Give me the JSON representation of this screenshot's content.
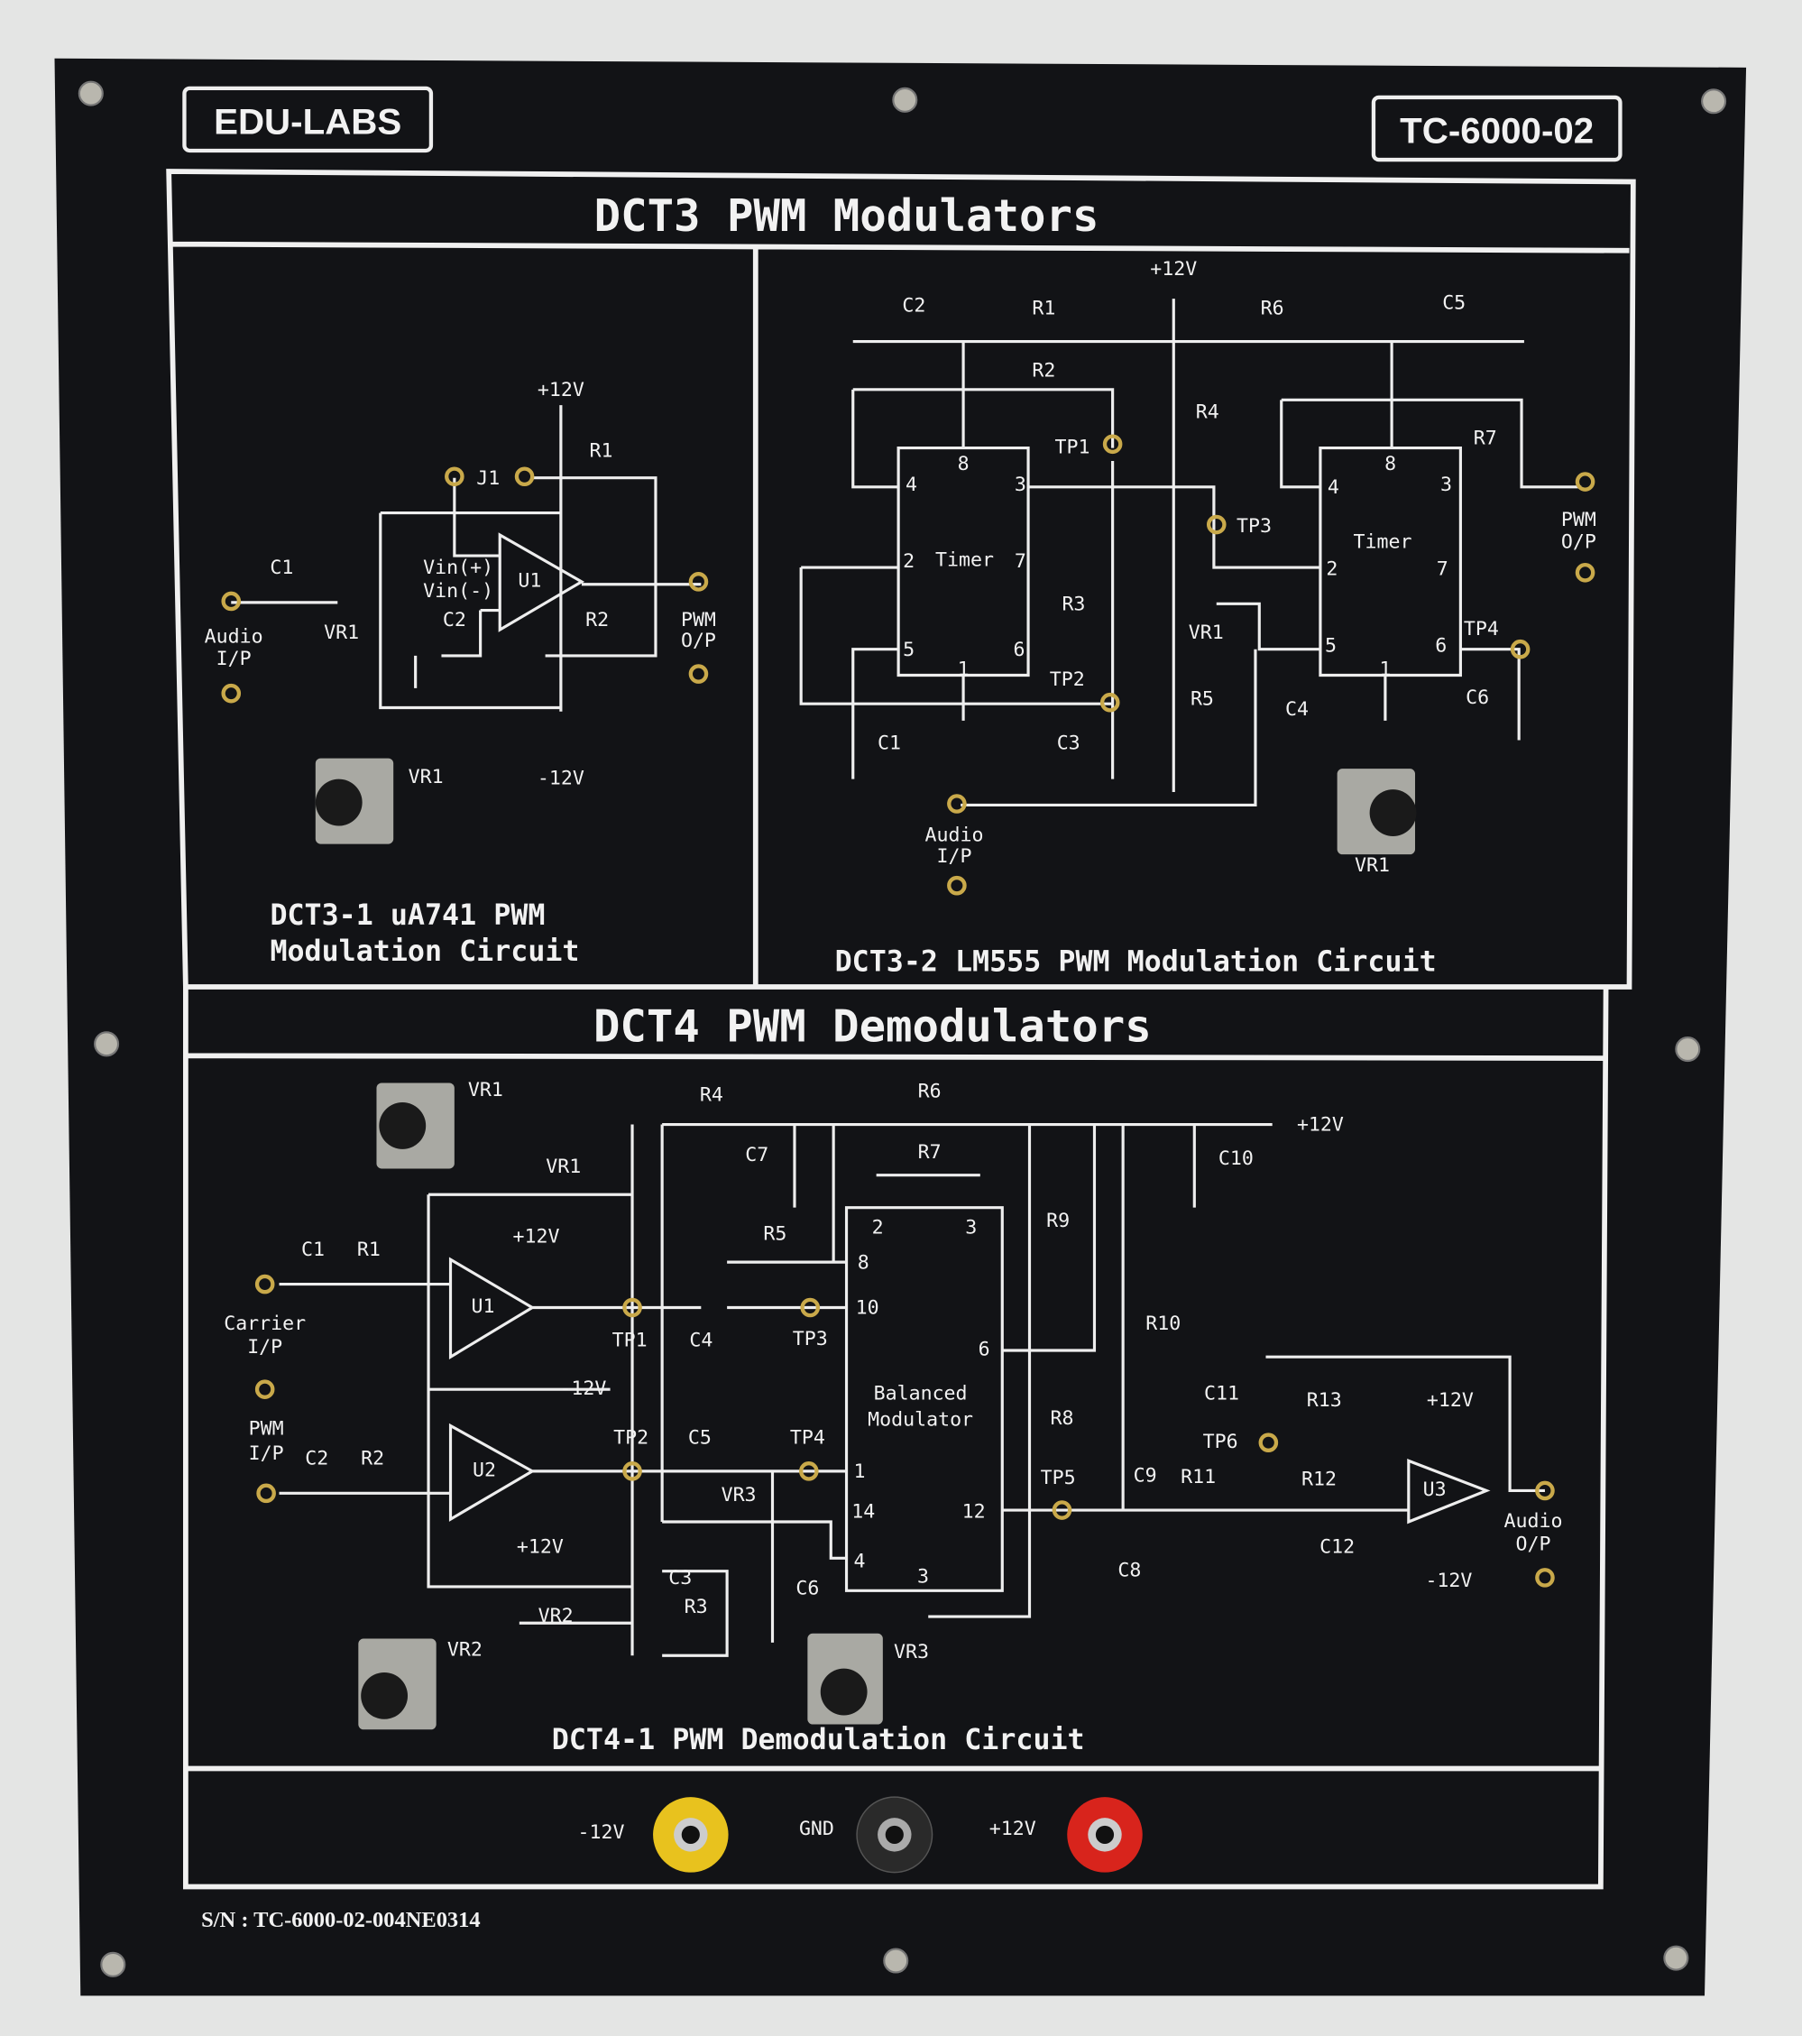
{
  "header": {
    "brand": "EDU-LABS",
    "model": "TC-6000-02"
  },
  "dct3": {
    "title": "DCT3 PWM Modulators",
    "c1": {
      "line1": "DCT3-1 uA741 PWM",
      "line2": "Modulation Circuit",
      "labels": [
        "+12V",
        "R1",
        "J1",
        "C1",
        "Vin(+)",
        "Vin(-)",
        "U1",
        "C2",
        "R2",
        "Audio",
        "I/P",
        "VR1",
        "PWM",
        "O/P",
        "-12V",
        "VR1"
      ]
    },
    "c2": {
      "title": "DCT3-2 LM555 PWM Modulation Circuit",
      "labels": [
        "+12V",
        "C2",
        "R1",
        "R6",
        "C5",
        "R2",
        "R4",
        "TP1",
        "R7",
        "8",
        "4",
        "3",
        "8",
        "4",
        "3",
        "TP3",
        "PWM",
        "O/P",
        "Timer",
        "2",
        "7",
        "Timer",
        "2",
        "7",
        "R3",
        "VR1",
        "TP4",
        "5",
        "6",
        "5",
        "6",
        "1",
        "1",
        "TP2",
        "C6",
        "R5",
        "C4",
        "C1",
        "C3",
        "Audio",
        "I/P",
        "VR1"
      ]
    }
  },
  "dct4": {
    "title": "DCT4 PWM Demodulators",
    "sub": "DCT4-1 PWM Demodulation Circuit",
    "labels": [
      "VR1",
      "R4",
      "R6",
      "+12V",
      "C7",
      "R7",
      "C10",
      "VR1",
      "R9",
      "2",
      "3",
      "+12V",
      "R5",
      "C1",
      "R1",
      "8",
      "U1",
      "10",
      "R10",
      "Carrier",
      "I/P",
      "TP1",
      "C4",
      "TP3",
      "6",
      "-12V",
      "Balanced",
      "Modulator",
      "C11",
      "R13",
      "+12V",
      "R8",
      "PWM",
      "I/P",
      "TP2",
      "C5",
      "TP4",
      "TP6",
      "C2",
      "R2",
      "U2",
      "1",
      "TP5",
      "C9",
      "R11",
      "R12",
      "U3",
      "VR3",
      "14",
      "12",
      "Audio",
      "O/P",
      "+12V",
      "C12",
      "4",
      "C8",
      "3",
      "C3",
      "R3",
      "C6",
      "-12V",
      "VR2",
      "VR2",
      "VR3"
    ]
  },
  "power": {
    "neg": "-12V",
    "gnd": "GND",
    "pos": "+12V",
    "colors": {
      "neg": "#e8c21e",
      "gnd": "#2a2a2a",
      "pos": "#d8241c"
    }
  },
  "serial": "S/N : TC-6000-02-004NE0314"
}
